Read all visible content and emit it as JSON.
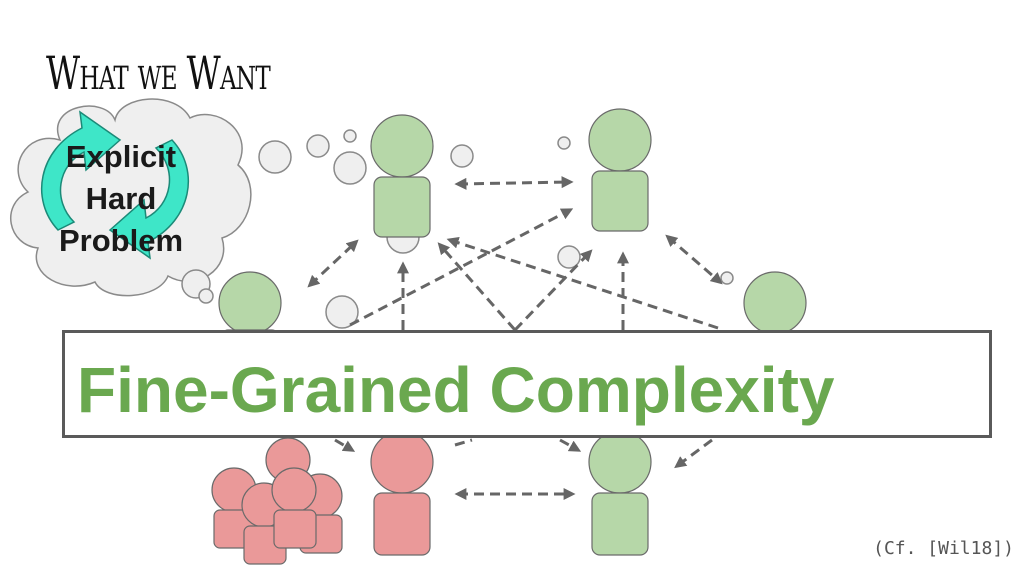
{
  "slide": {
    "title": "What we Want",
    "thought_bubble": {
      "lines": [
        "Explicit",
        "Hard",
        "Problem"
      ]
    },
    "banner": {
      "text": "Fine-Grained Complexity"
    },
    "citation": "(Cf. [Wil18])"
  },
  "colors": {
    "good_person": "#b6d7a8",
    "bad_person": "#ea9999",
    "banner_text": "#6aa84f",
    "cycle_arrow": "#3ee6c8",
    "bubble_fill": "#f0f0f0",
    "arrow": "#666666"
  },
  "icons": [
    "cycle-arrows-icon",
    "person-icon",
    "crowd-icon",
    "thought-bubble-icon"
  ]
}
